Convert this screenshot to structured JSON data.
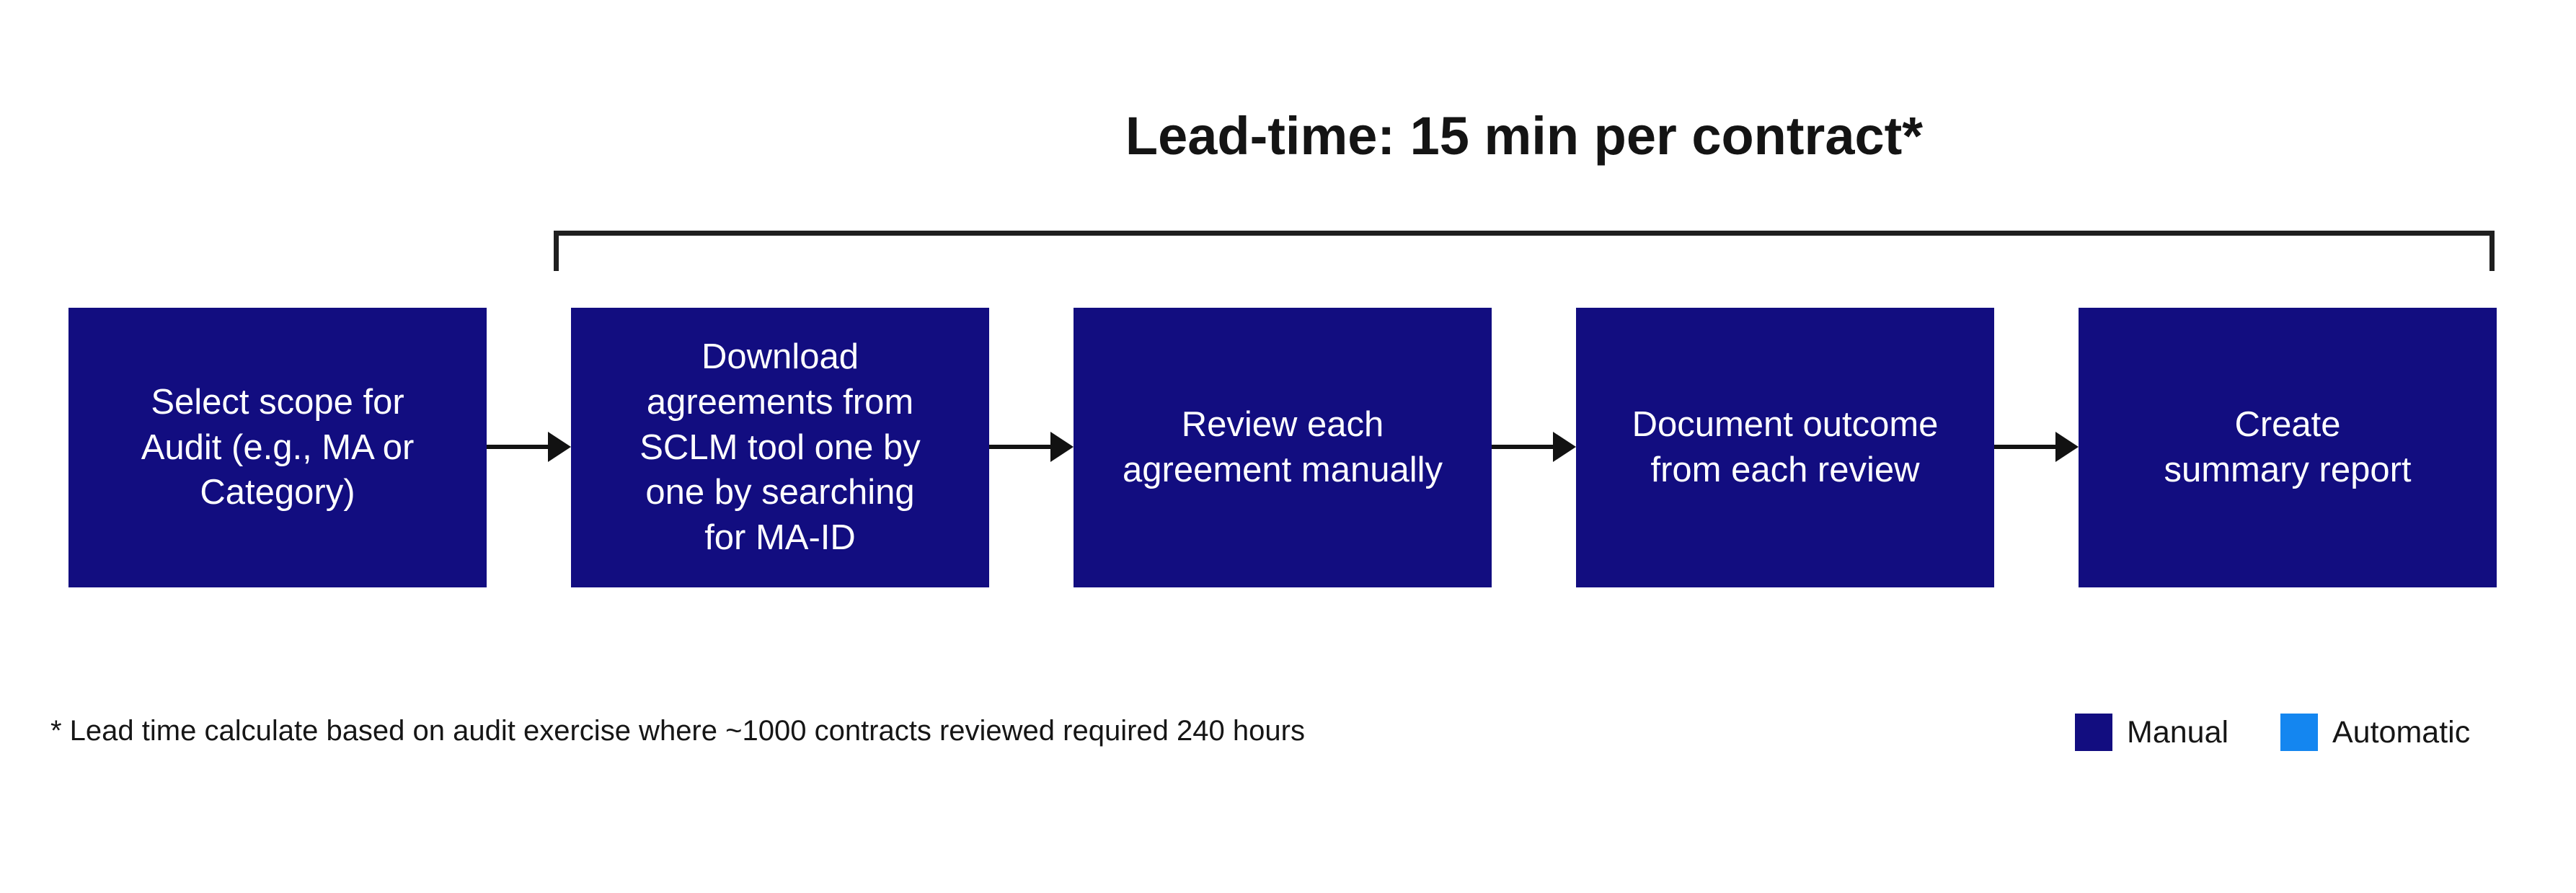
{
  "title": "Lead-time: 15 min per contract*",
  "flow": {
    "steps": [
      {
        "label": "Select scope for\nAudit (e.g., MA or\nCategory)",
        "type": "manual"
      },
      {
        "label": "Download\nagreements from\nSCLM tool one by\none by searching\nfor MA-ID",
        "type": "manual"
      },
      {
        "label": "Review each\nagreement manually",
        "type": "manual"
      },
      {
        "label": "Document outcome\nfrom each review",
        "type": "manual"
      },
      {
        "label": "Create\nsummary report",
        "type": "manual"
      }
    ]
  },
  "footnote": "* Lead time calculate based on audit exercise where ~1000 contracts reviewed required 240 hours",
  "legend": {
    "items": [
      {
        "label": "Manual",
        "color": "#120D80"
      },
      {
        "label": "Automatic",
        "color": "#1486F0"
      }
    ]
  },
  "colors": {
    "manual_box": "#120D80",
    "automatic": "#1486F0",
    "arrow": "#121212",
    "bracket": "#1f1f1f",
    "box_text": "#ffffff",
    "background": "#ffffff"
  }
}
